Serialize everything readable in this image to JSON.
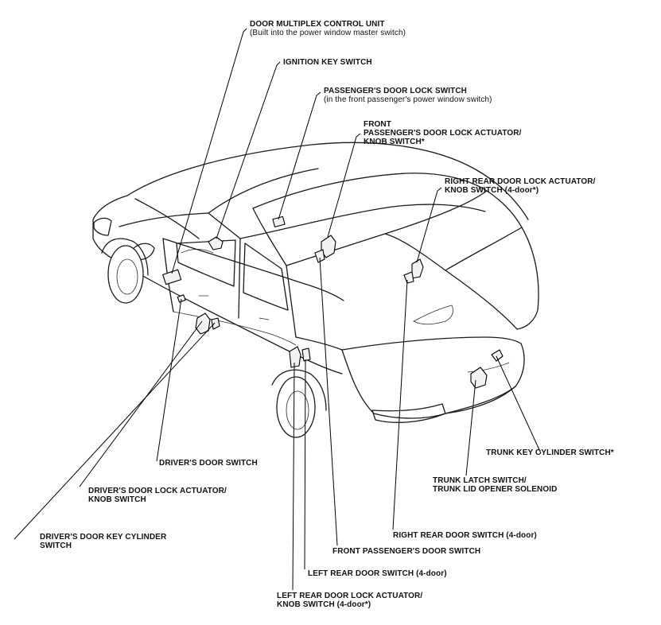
{
  "labels": {
    "door_multiplex": {
      "title": "DOOR MULTIPLEX CONTROL UNIT",
      "sub": "(Built into the power window master switch)"
    },
    "ignition_key": {
      "title": "IGNITION KEY SWITCH"
    },
    "passenger_lock_switch": {
      "title": "PASSENGER'S DOOR LOCK SWITCH",
      "sub": "(in the front passenger's power window switch)"
    },
    "front_passenger_actuator": {
      "line1": "FRONT",
      "line2": "PASSENGER'S DOOR LOCK ACTUATOR/",
      "line3": "KNOB SWITCH*"
    },
    "right_rear_actuator": {
      "line1": "RIGHT REAR DOOR LOCK ACTUATOR/",
      "line2": "KNOB SWITCH (4-door*)"
    },
    "trunk_key_cylinder": {
      "title": "TRUNK KEY CYLINDER SWITCH*"
    },
    "trunk_latch": {
      "line1": "TRUNK LATCH SWITCH/",
      "line2": "TRUNK LID OPENER SOLENOID"
    },
    "drivers_door_switch": {
      "title": "DRIVER'S DOOR SWITCH"
    },
    "drivers_lock_actuator": {
      "line1": "DRIVER'S DOOR LOCK ACTUATOR/",
      "line2": "KNOB SWITCH"
    },
    "drivers_key_cylinder": {
      "line1": "DRIVER'S DOOR KEY CYLINDER",
      "line2": "SWITCH"
    },
    "right_rear_door_switch": {
      "title": "RIGHT REAR DOOR SWITCH (4-door)"
    },
    "front_passenger_door_switch": {
      "title": "FRONT PASSENGER'S DOOR SWITCH"
    },
    "left_rear_door_switch": {
      "title": "LEFT REAR DOOR SWITCH (4-door)"
    },
    "left_rear_actuator": {
      "line1": "LEFT REAR DOOR LOCK ACTUATOR/",
      "line2": "KNOB SWITCH (4-door*)"
    }
  }
}
